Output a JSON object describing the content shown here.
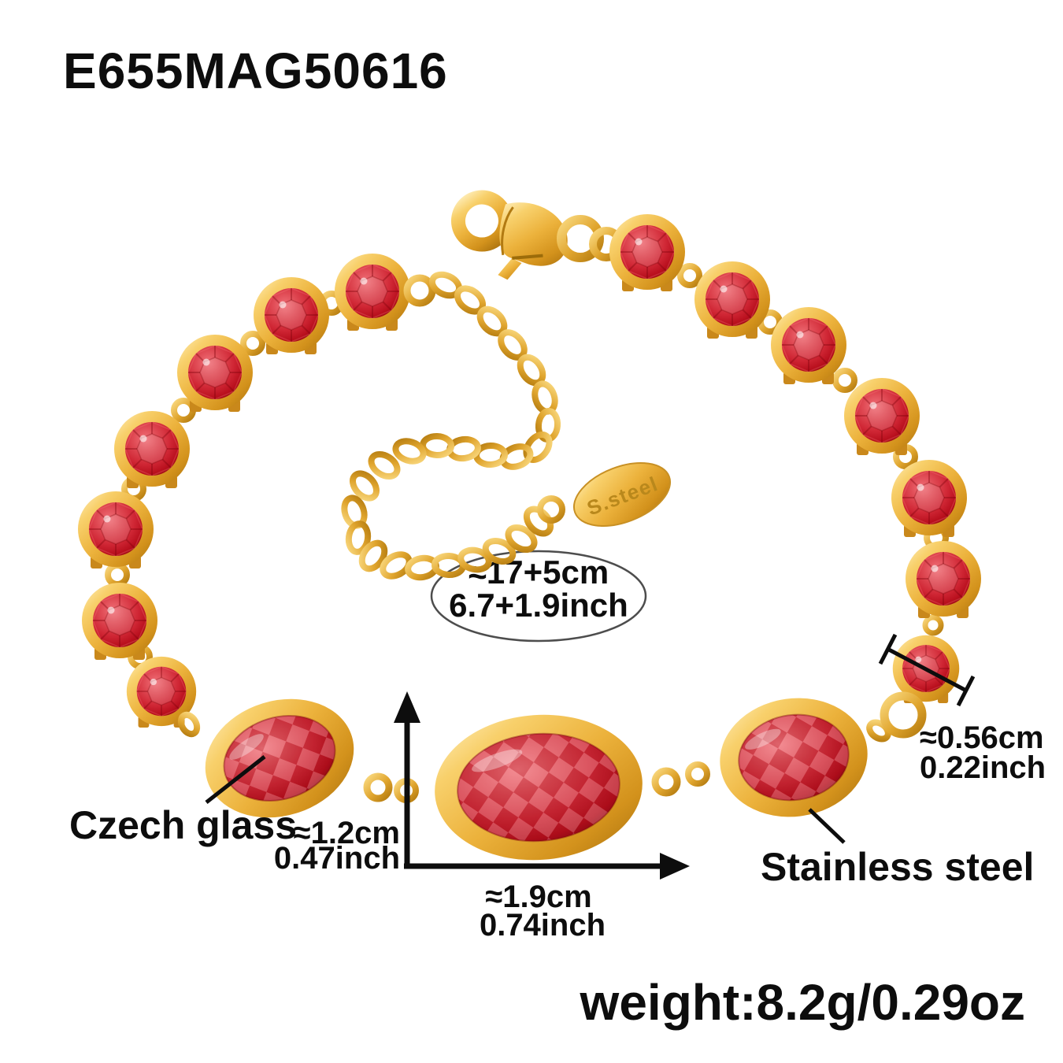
{
  "product": {
    "code": "E655MAG50616",
    "weight_label": "weight:8.2g/0.29oz"
  },
  "measurements": {
    "chain_length": {
      "cm": "≈17+5cm",
      "inch": "6.7+1.9inch"
    },
    "small_stone_diameter": {
      "cm": "≈0.56cm",
      "inch": "0.22inch"
    },
    "oval_stone_height": {
      "cm": "≈1.2cm",
      "inch": "0.47inch"
    },
    "oval_stone_width": {
      "cm": "≈1.9cm",
      "inch": "0.74inch"
    }
  },
  "labels": {
    "glass_material": "Czech glass",
    "steel_material": "Stainless steel"
  },
  "tag": {
    "engraving": "S.steel"
  },
  "bracelet": {
    "round_stones": 13,
    "small_round_stones": 1,
    "oval_stones": 3,
    "clasp": "lobster-clasp"
  },
  "colors": {
    "background": "#ffffff",
    "text": "#0d0d0d",
    "gold": "#e2a52f",
    "gold_light": "#ffeeb6",
    "gold_dark": "#a8700e",
    "red": "#d02735",
    "red_dark": "#840710",
    "red_light": "#f07078",
    "ellipse_stroke": "#4d4d4d"
  }
}
